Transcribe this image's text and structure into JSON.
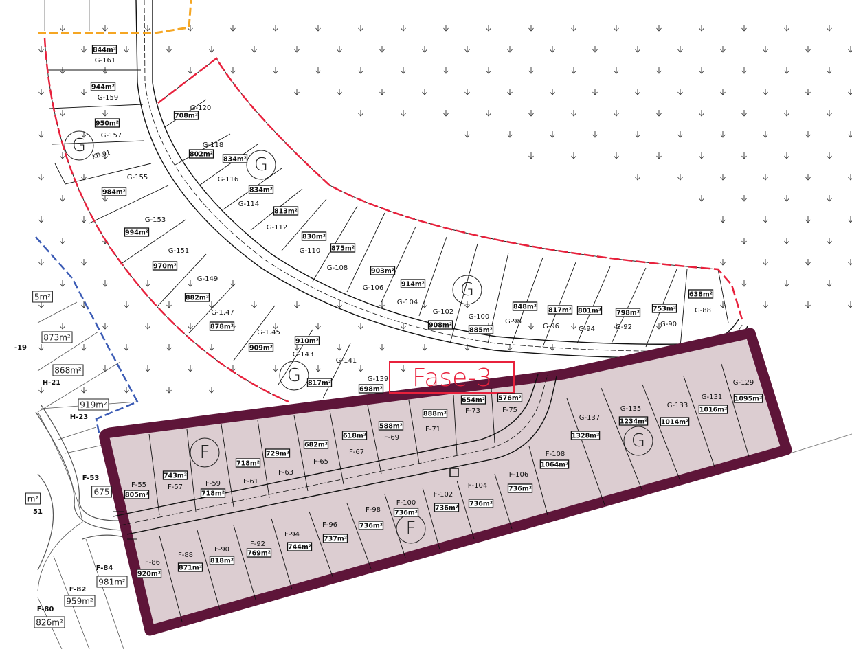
{
  "title": "Site plan lots",
  "phase_label": "Fase-3",
  "colors": {
    "phase_border": "#5e1539",
    "phase_fill": "#dccdd1",
    "boundary_red": "#e8213c",
    "boundary_blue": "#3b5bb5",
    "boundary_orange": "#f5a623"
  },
  "zone_markers": [
    "G",
    "G",
    "G",
    "G",
    "G",
    "F",
    "F"
  ],
  "annotation": "KB-01",
  "lots": [
    {
      "id": "G-161",
      "area": "844m²"
    },
    {
      "id": "G-159",
      "area": "944m²"
    },
    {
      "id": "G-157",
      "area": "950m²"
    },
    {
      "id": "G-155",
      "area": "984m²"
    },
    {
      "id": "G-153",
      "area": "994m²"
    },
    {
      "id": "G-151",
      "area": "970m²"
    },
    {
      "id": "G-149",
      "area": "882m²"
    },
    {
      "id": "G-1.47",
      "area": "878m²"
    },
    {
      "id": "G-1.45",
      "area": "909m²"
    },
    {
      "id": "G-143",
      "area": "910m²"
    },
    {
      "id": "G-141",
      "area": "817m²"
    },
    {
      "id": "G-139",
      "area": "698m²"
    },
    {
      "id": "G-120",
      "area": "708m²"
    },
    {
      "id": "G-118",
      "area": "802m²"
    },
    {
      "id": "G-116",
      "area": "834m²"
    },
    {
      "id": "G-114",
      "area": "834m²"
    },
    {
      "id": "G-112",
      "area": "813m²"
    },
    {
      "id": "G-110",
      "area": "830m²"
    },
    {
      "id": "G-108",
      "area": "875m²"
    },
    {
      "id": "G-106",
      "area": "903m²"
    },
    {
      "id": "G-104",
      "area": "914m²"
    },
    {
      "id": "G-102",
      "area": "908m²"
    },
    {
      "id": "G-100",
      "area": "885m²"
    },
    {
      "id": "G-98",
      "area": "848m²"
    },
    {
      "id": "G-96",
      "area": "817m²"
    },
    {
      "id": "G-94",
      "area": "801m²"
    },
    {
      "id": "G-92",
      "area": "798m²"
    },
    {
      "id": "G-90",
      "area": "753m²"
    },
    {
      "id": "G-88",
      "area": "638m²"
    },
    {
      "id": "F-55",
      "area": "805m²"
    },
    {
      "id": "F-57",
      "area": "743m²"
    },
    {
      "id": "F-59",
      "area": "718m²"
    },
    {
      "id": "F-61",
      "area": "718m²"
    },
    {
      "id": "F-63",
      "area": "729m²"
    },
    {
      "id": "F-65",
      "area": "682m²"
    },
    {
      "id": "F-67",
      "area": "618m²"
    },
    {
      "id": "F-69",
      "area": "588m²"
    },
    {
      "id": "F-71",
      "area": "888m²"
    },
    {
      "id": "F-73",
      "area": "654m²"
    },
    {
      "id": "F-75",
      "area": "576m²"
    },
    {
      "id": "G-137",
      "area": "1328m²"
    },
    {
      "id": "G-135",
      "area": "1234m²"
    },
    {
      "id": "G-133",
      "area": "1014m²"
    },
    {
      "id": "G-131",
      "area": "1016m²"
    },
    {
      "id": "G-129",
      "area": "1095m²"
    },
    {
      "id": "F-108",
      "area": "1064m²"
    },
    {
      "id": "F-106",
      "area": "736m²"
    },
    {
      "id": "F-104",
      "area": "736m²"
    },
    {
      "id": "F-102",
      "area": "736m²"
    },
    {
      "id": "F-100",
      "area": "736m²"
    },
    {
      "id": "F-98",
      "area": "736m²"
    },
    {
      "id": "F-96",
      "area": "737m²"
    },
    {
      "id": "F-94",
      "area": "744m²"
    },
    {
      "id": "F-92",
      "area": "769m²"
    },
    {
      "id": "F-90",
      "area": "818m²"
    },
    {
      "id": "F-88",
      "area": "871m²"
    },
    {
      "id": "F-86",
      "area": "920m²"
    }
  ],
  "outer_lots": [
    {
      "id": "",
      "area": "5m²"
    },
    {
      "id": "-19",
      "area": "873m²"
    },
    {
      "id": "H-21",
      "area": "868m²"
    },
    {
      "id": "H-23",
      "area": "919m²"
    },
    {
      "id": "F-53",
      "area": "675"
    },
    {
      "id": "51",
      "area": "m²"
    },
    {
      "id": "F-84",
      "area": "981m²"
    },
    {
      "id": "F-82",
      "area": "959m²"
    },
    {
      "id": "F-80",
      "area": "826m²"
    }
  ]
}
